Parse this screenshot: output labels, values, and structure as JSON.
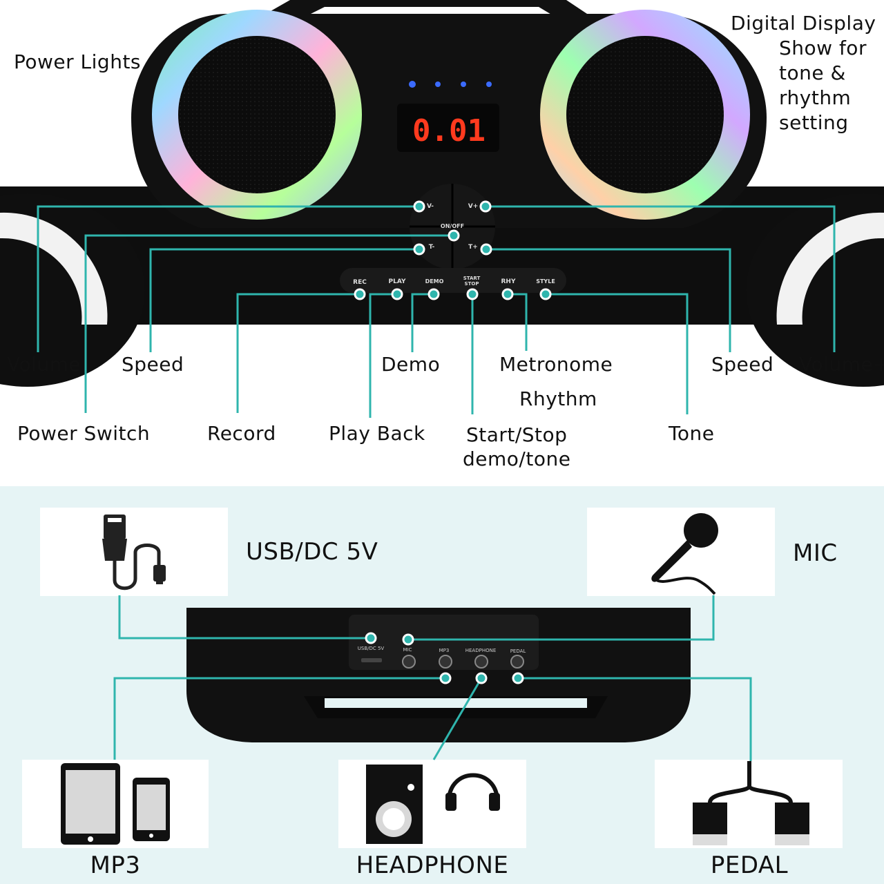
{
  "device": {
    "display_value": "0.01",
    "buttons_top": {
      "v_minus": "V-",
      "v_plus": "V+",
      "on_off": "ON/OFF",
      "t_minus": "T-",
      "t_plus": "T+"
    },
    "buttons_row": {
      "rec": "REC",
      "play": "PLAY",
      "demo": "DEMO",
      "start_stop_1": "START",
      "start_stop_2": "STOP",
      "rhy": "RHY",
      "style": "STYLE"
    }
  },
  "labels": {
    "power_lights": "Power Lights",
    "digital_display": [
      "Digital Display",
      "Show for",
      "tone &",
      "rhythm",
      "setting"
    ],
    "volume_minus": "Volume",
    "speed_left": "Speed",
    "demo": "Demo",
    "metronome": "Metronome",
    "rhythm": "Rhythm",
    "speed_right": "Speed",
    "volume_plus": "Volume+",
    "power_switch": "Power Switch",
    "record": "Record",
    "play_back": "Play Back",
    "start_stop": [
      "Start/Stop",
      "demo/tone"
    ],
    "tone": "Tone"
  },
  "ports": {
    "usb_dc": "USB/DC 5V",
    "mic": "MIC",
    "mp3": "MP3",
    "headphone": "HEADPHONE",
    "pedal": "PEDAL",
    "panel_labels": {
      "usb": "USB/DC 5V",
      "mic": "MIC",
      "mp3": "MP3",
      "headphone": "HEADPHONE",
      "pedal": "PEDAL"
    }
  },
  "colors": {
    "accent": "#2fb5ad",
    "device": "#101010",
    "lower_bg": "#e6f4f5"
  }
}
